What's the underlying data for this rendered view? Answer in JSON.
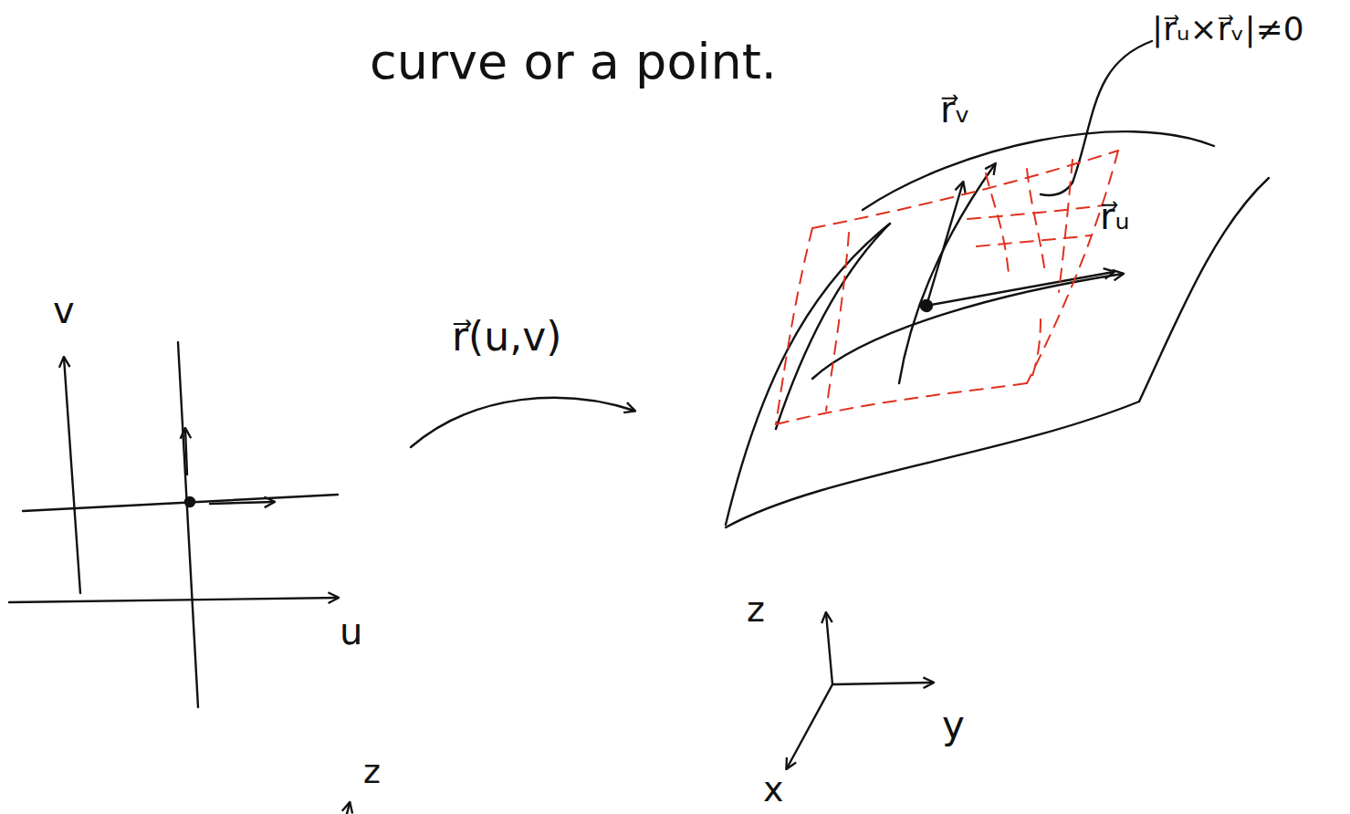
{
  "diagram": {
    "labels": [
      "curve or a point.",
      "|r⃗ᵤ×r⃗ᵥ|≠0",
      "r⃗ᵥ",
      "r⃗ᵤ",
      "v",
      "r⃗(u,v)",
      "u",
      "z",
      "y",
      "x",
      "z"
    ]
  }
}
